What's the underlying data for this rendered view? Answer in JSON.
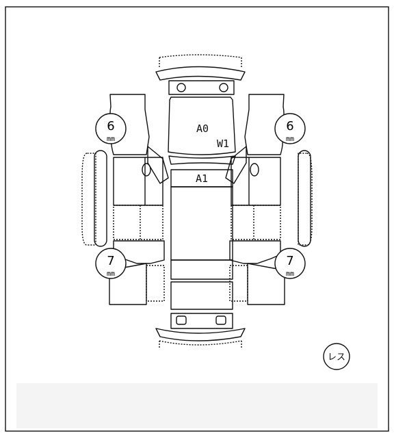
{
  "condition_codes": {
    "windshield_dent": "A0",
    "windshield_chip": "W1",
    "roof_dent": "A1"
  },
  "tread_depths": {
    "front_left": "6",
    "front_right": "6",
    "rear_left": "7",
    "rear_right": "7",
    "unit": "mm"
  },
  "spare_tire_note": "レス"
}
